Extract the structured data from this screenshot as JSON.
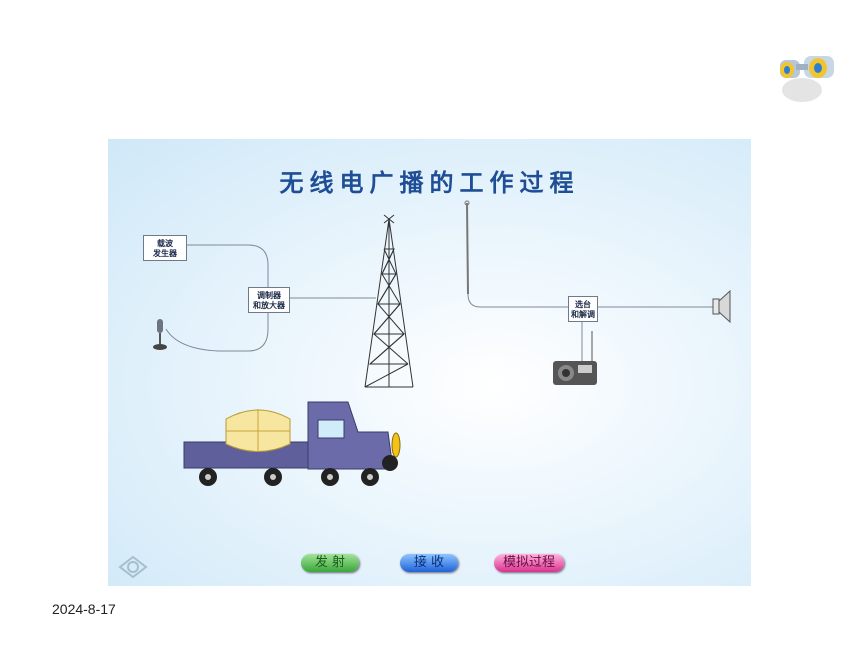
{
  "slide": {
    "title": "无线电广播的工作过程",
    "carrier_box": [
      "载波",
      "发生器"
    ],
    "modulator_box": [
      "调制器",
      "和放大器"
    ],
    "tuner_box": [
      "选台",
      "和解调"
    ]
  },
  "buttons": {
    "send": "发 射",
    "receive": "接 收",
    "simulate": "模拟过程"
  },
  "footer": {
    "date": "2024-8-17"
  }
}
